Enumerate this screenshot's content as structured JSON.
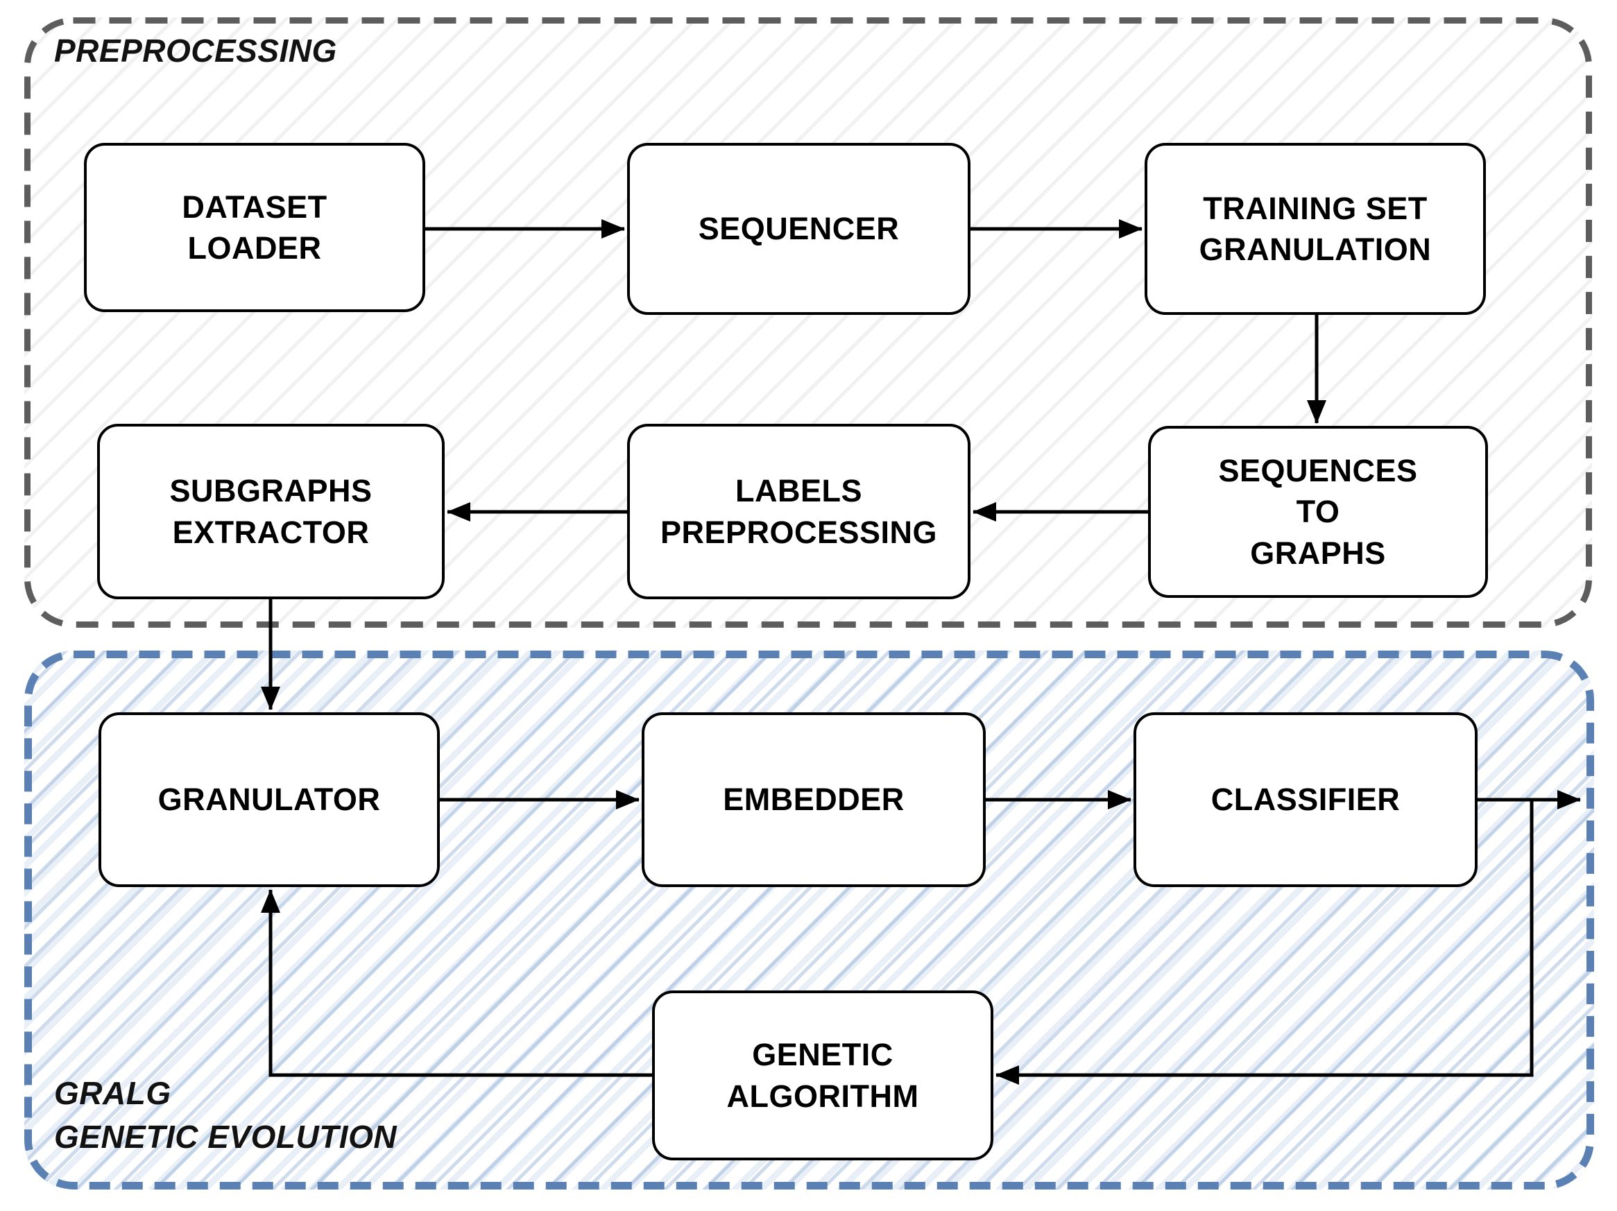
{
  "diagram": {
    "type": "flowchart",
    "description_visible_text_only": true
  },
  "containers": {
    "preprocessing": {
      "label": "PREPROCESSING"
    },
    "gralg": {
      "label": "GRALG\nGENETIC EVOLUTION"
    }
  },
  "nodes": {
    "dataset_loader": {
      "label": "DATASET\nLOADER"
    },
    "sequencer": {
      "label": "SEQUENCER"
    },
    "training_set_granulation": {
      "label": "TRAINING SET\nGRANULATION"
    },
    "sequences_to_graphs": {
      "label": "SEQUENCES\nTO\nGRAPHS"
    },
    "labels_preprocessing": {
      "label": "LABELS\nPREPROCESSING"
    },
    "subgraphs_extractor": {
      "label": "SUBGRAPHS\nEXTRACTOR"
    },
    "granulator": {
      "label": "GRANULATOR"
    },
    "embedder": {
      "label": "EMBEDDER"
    },
    "classifier": {
      "label": "CLASSIFIER"
    },
    "genetic_algorithm": {
      "label": "GENETIC\nALGORITHM"
    }
  },
  "edges": [
    {
      "from": "dataset_loader",
      "to": "sequencer"
    },
    {
      "from": "sequencer",
      "to": "training_set_granulation"
    },
    {
      "from": "training_set_granulation",
      "to": "sequences_to_graphs"
    },
    {
      "from": "sequences_to_graphs",
      "to": "labels_preprocessing"
    },
    {
      "from": "labels_preprocessing",
      "to": "subgraphs_extractor"
    },
    {
      "from": "subgraphs_extractor",
      "to": "granulator"
    },
    {
      "from": "granulator",
      "to": "embedder"
    },
    {
      "from": "embedder",
      "to": "classifier"
    },
    {
      "from": "classifier",
      "to": "output_right_border"
    },
    {
      "from": "classifier",
      "to": "genetic_algorithm"
    },
    {
      "from": "genetic_algorithm",
      "to": "granulator"
    }
  ],
  "colors": {
    "background": "#ffffff",
    "preprocessing_border": "#5d5d5d",
    "preprocessing_hatch": "#ececec",
    "gralg_border": "#5b81b4",
    "gralg_hatch": "#cfdef2",
    "node_fill": "#ffffff",
    "node_border": "#000000",
    "arrow": "#000000",
    "text": "#000000"
  }
}
